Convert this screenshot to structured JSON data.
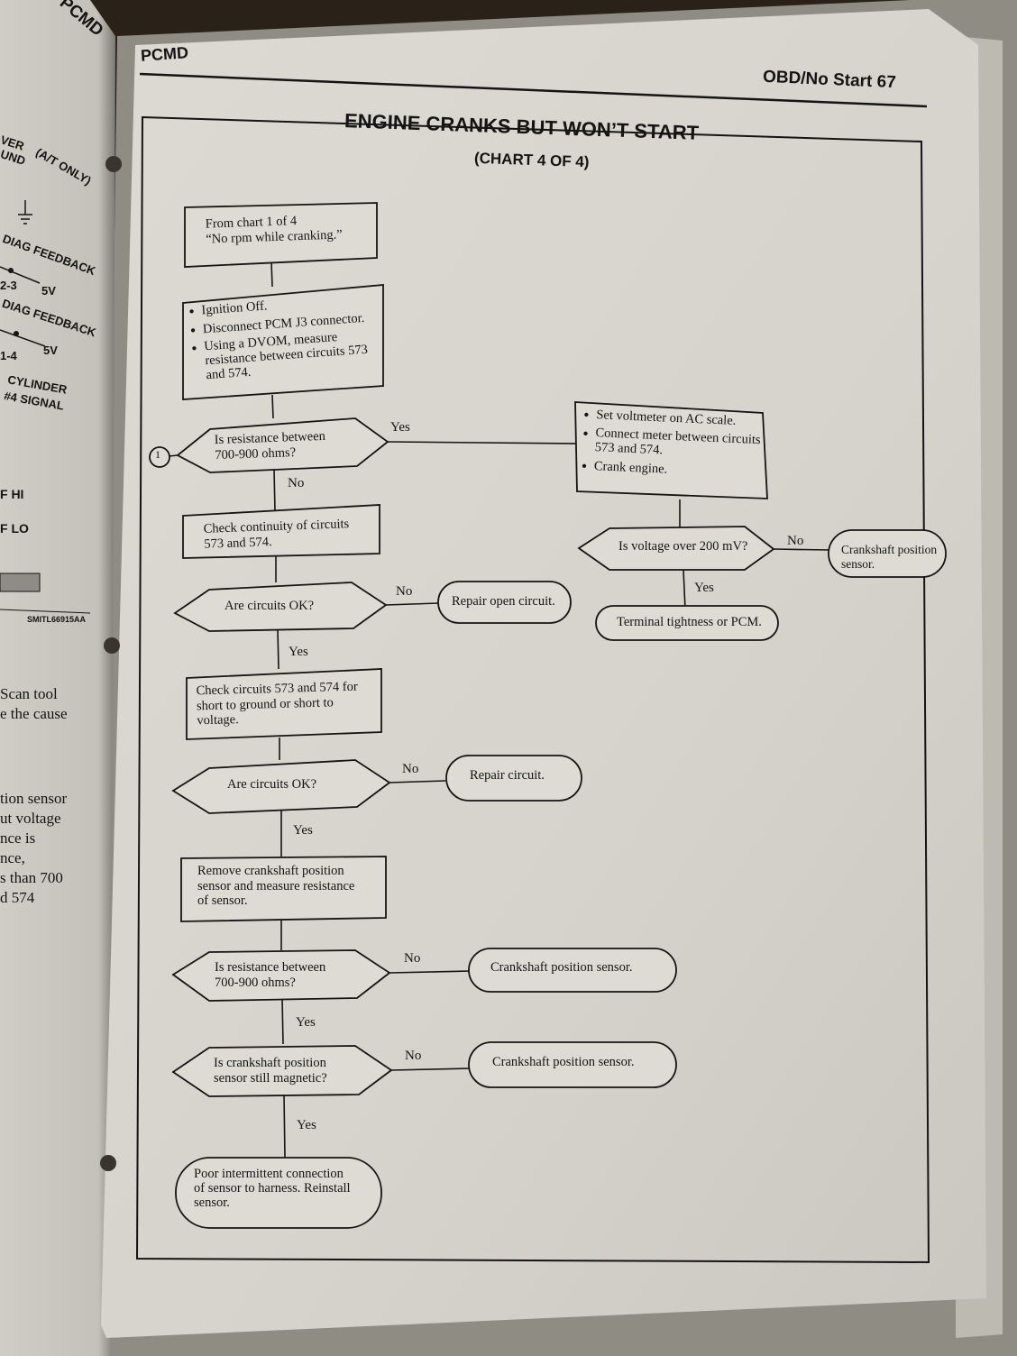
{
  "page": {
    "section": "PCMD",
    "page_heading": "OBD/No Start 67",
    "title": "ENGINE CRANKS BUT WON’T START",
    "subtitle": "(CHART 4 OF 4)"
  },
  "left_page": {
    "header": "PCMD",
    "labels": [
      "VER",
      "UND",
      "(A/T ONLY)",
      "DIAG FEEDBACK",
      "2-3",
      "5V",
      "DIAG FEEDBACK",
      "1-4",
      "5V",
      "CYLINDER",
      "#4 SIGNAL",
      "F HI",
      "F LO",
      "SMITL66915AA"
    ],
    "text_lines": [
      "Scan tool",
      "e the cause",
      "tion sensor",
      "ut voltage",
      "nce is",
      "nce,",
      "s than 700",
      "d 574"
    ]
  },
  "flowchart": {
    "connector_label": "1",
    "nodes": {
      "start": {
        "lines": [
          "From chart 1 of 4",
          "“No rpm while cranking.”"
        ]
      },
      "step1": {
        "bullets": [
          "Ignition Off.",
          "Disconnect PCM J3 connector.",
          "Using a DVOM, measure resistance between circuits 573 and 574."
        ]
      },
      "q1": {
        "lines": [
          "Is resistance between",
          "700-900 ohms?"
        ]
      },
      "step_ac": {
        "bullets": [
          "Set voltmeter on AC scale.",
          "Connect meter between circuits 573 and 574.",
          "Crank engine."
        ]
      },
      "q_voltage": {
        "text": "Is voltage over 200 mV?"
      },
      "ckp_sensor_a": {
        "lines": [
          "Crankshaft position",
          "sensor."
        ]
      },
      "terminal": {
        "text": "Terminal tightness or PCM."
      },
      "step_continuity": {
        "lines": [
          "Check continuity of circuits",
          "573 and 574."
        ]
      },
      "q2": {
        "text": "Are circuits OK?"
      },
      "repair_open": {
        "text": "Repair open circuit."
      },
      "step_short": {
        "lines": [
          "Check circuits 573 and 574 for",
          "short to ground or short to",
          "voltage."
        ]
      },
      "q3": {
        "text": "Are circuits OK?"
      },
      "repair_circuit": {
        "text": "Repair circuit."
      },
      "step_remove": {
        "lines": [
          "Remove crankshaft position",
          "sensor and measure resistance",
          "of sensor."
        ]
      },
      "q4": {
        "lines": [
          "Is resistance between",
          "700-900 ohms?"
        ]
      },
      "ckp_sensor_b": {
        "text": "Crankshaft position sensor."
      },
      "q5": {
        "lines": [
          "Is crankshaft position",
          "sensor still magnetic?"
        ]
      },
      "ckp_sensor_c": {
        "text": "Crankshaft position sensor."
      },
      "end": {
        "lines": [
          "Poor intermittent connection",
          "of sensor to harness. Reinstall",
          "sensor."
        ]
      }
    },
    "edge_labels": {
      "q1_yes": "Yes",
      "q1_no": "No",
      "qv_no": "No",
      "qv_yes": "Yes",
      "q2_no": "No",
      "q2_yes": "Yes",
      "q3_no": "No",
      "q3_yes": "Yes",
      "q4_no": "No",
      "q4_yes": "Yes",
      "q5_no": "No",
      "q5_yes": "Yes"
    }
  },
  "colors": {
    "paper": "#d7d5cd",
    "ink": "#141414",
    "background": "#2a2218"
  }
}
